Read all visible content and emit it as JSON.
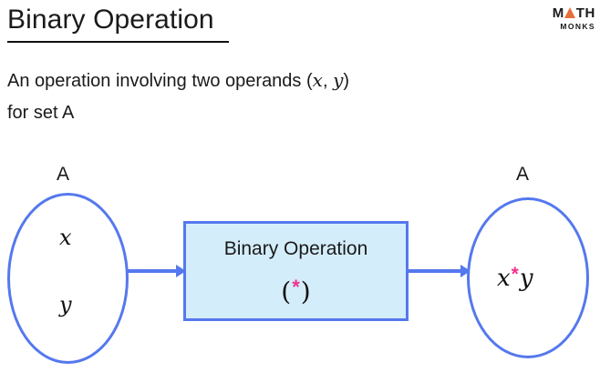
{
  "header": {
    "title": "Binary Operation",
    "subtitle_line1_prefix": "An operation involving two operands (",
    "subtitle_var_x": "x",
    "subtitle_comma": ", ",
    "subtitle_var_y": "y",
    "subtitle_line1_suffix": ")",
    "subtitle_line2": "for set A"
  },
  "logo": {
    "top_before_triangle": "M",
    "triangle_letter": "A",
    "top_after_triangle": "TH",
    "bottom": "MONKS",
    "triangle_color": "#E8703A",
    "text_color": "#1a1a1a"
  },
  "diagram": {
    "domain_set": {
      "label": "A",
      "elements": [
        "x",
        "y"
      ]
    },
    "operation_box": {
      "title": "Binary Operation",
      "symbol_open": "(",
      "symbol_star": "*",
      "symbol_close": ")",
      "fill_color": "#D4EDFB",
      "border_color": "#5578EE"
    },
    "codomain_set": {
      "label": "A",
      "result_first": "x",
      "result_star": "*",
      "result_second": "y"
    },
    "arrows": {
      "in_label": "",
      "out_label": "",
      "color": "#5578EE"
    },
    "colors": {
      "accent_blue": "#5578EE",
      "star_pink": "#F0328C",
      "box_fill": "#D4EDFB",
      "text": "#1a1a1a"
    }
  }
}
